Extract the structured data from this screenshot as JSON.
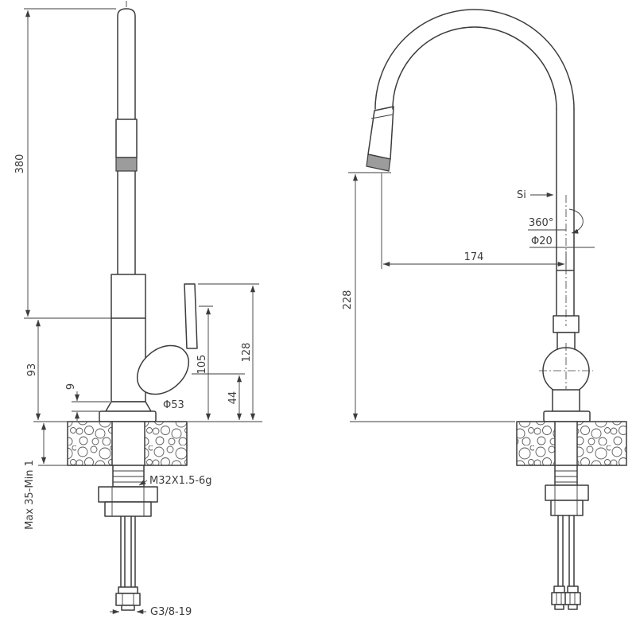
{
  "meta": {
    "bg": "#ffffff",
    "ink": "#3c3c3c",
    "shade": "#9c9c9c"
  },
  "front_view": {
    "dim_total_height": "380",
    "dim_body_height": "93",
    "dim_base_offset": "9",
    "dim_handle_height": "105",
    "dim_lever_top_height": "128",
    "dim_hub_height": "44",
    "label_base_diameter": "Φ53",
    "label_mounting_thread": "M32X1.5-6g",
    "dim_deck_thickness": "Max 35-Min 1",
    "label_supply_thread": "G3/8-19"
  },
  "side_view": {
    "label_marker": "Si",
    "label_rotation": "360°",
    "label_spout_diameter": "Φ20",
    "dim_spout_reach": "174",
    "dim_outlet_height": "228"
  }
}
